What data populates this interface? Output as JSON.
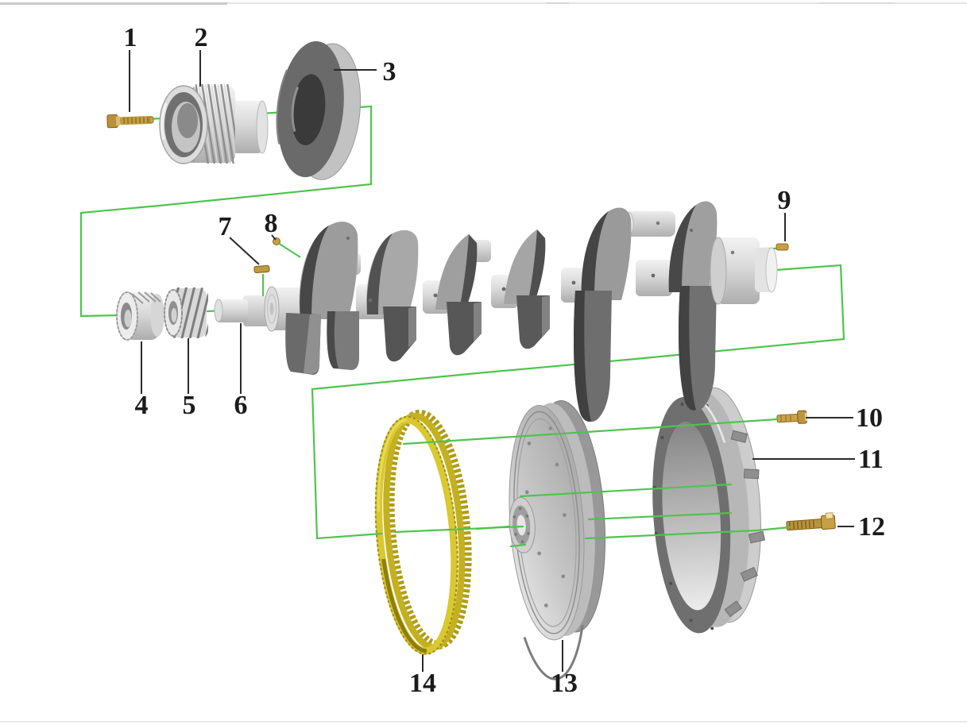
{
  "diagram": {
    "type": "exploded-parts-diagram",
    "callouts": [
      {
        "number": "1"
      },
      {
        "number": "2"
      },
      {
        "number": "3"
      },
      {
        "number": "4"
      },
      {
        "number": "5"
      },
      {
        "number": "6"
      },
      {
        "number": "7"
      },
      {
        "number": "8"
      },
      {
        "number": "9"
      },
      {
        "number": "10"
      },
      {
        "number": "11"
      },
      {
        "number": "12"
      },
      {
        "number": "13"
      },
      {
        "number": "14"
      }
    ],
    "colors": {
      "background": "#ffffff",
      "assembly_line_green": "#4ec44e",
      "leader_line_black": "#2b2b2b",
      "callout_text": "#1b1b1b",
      "brass_hardware": "#c49c42",
      "ring_gear_yellow": "#d9c830",
      "part_gray_light": "#e8e8e8",
      "part_gray_dark": "#4a4a4a"
    }
  }
}
